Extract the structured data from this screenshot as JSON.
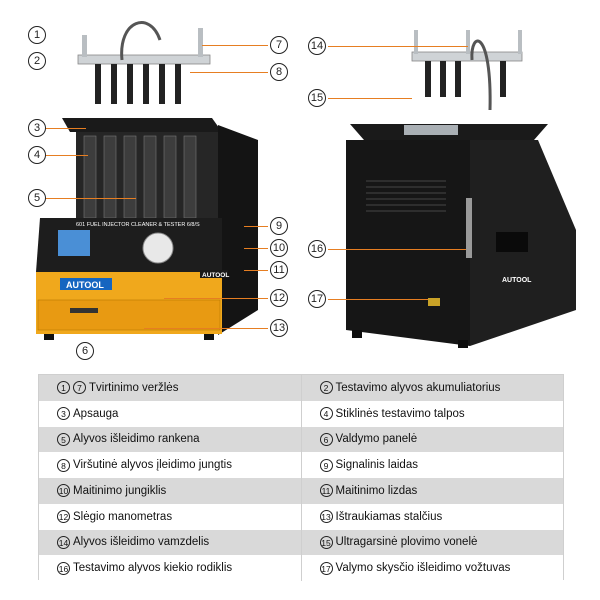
{
  "brand": {
    "logo_front": "AUTOOL",
    "logo_side": "AUTOOL",
    "model": "601 FUEL INJECTOR CLEANER & TESTER 6/8/S"
  },
  "callouts": {
    "c1": "1",
    "c2": "2",
    "c3": "3",
    "c4": "4",
    "c5": "5",
    "c6": "6",
    "c7": "7",
    "c8": "8",
    "c9": "9",
    "c10": "10",
    "c11": "11",
    "c12": "12",
    "c13": "13",
    "c14": "14",
    "c15": "15",
    "c16": "16",
    "c17": "17"
  },
  "legend": {
    "r1": {
      "left_nums": [
        "1",
        "7"
      ],
      "left": "Tvirtinimo veržlės",
      "right_num": "2",
      "right": "Testavimo alyvos akumuliatorius"
    },
    "r2": {
      "left_num": "3",
      "left": "Apsauga",
      "right_num": "4",
      "right": "Stiklinės testavimo talpos"
    },
    "r3": {
      "left_num": "5",
      "left": "Alyvos išleidimo rankena",
      "right_num": "6",
      "right": "Valdymo panelė"
    },
    "r4": {
      "left_num": "8",
      "left": "Viršutinė alyvos įleidimo jungtis",
      "right_num": "9",
      "right": "Signalinis laidas"
    },
    "r5": {
      "left_num": "10",
      "left": "Maitinimo jungiklis",
      "right_num": "11",
      "right": "Maitinimo lizdas"
    },
    "r6": {
      "left_num": "12",
      "left": "Slėgio manometras",
      "right_num": "13",
      "right": "Ištraukiamas stalčius"
    },
    "r7": {
      "left_num": "14",
      "left": "Alyvos išleidimo vamzdelis",
      "right_num": "15",
      "right": "Ultragarsinė plovimo vonelė"
    },
    "r8": {
      "left_num": "16",
      "left": "Testavimo alyvos kiekio rodiklis",
      "right_num": "17",
      "right": "Valymo skysčio išleidimo vožtuvas"
    }
  },
  "colors": {
    "accent": "#e67e22",
    "cabinet": "#1c1c1c",
    "panel_yellow": "#f0a81c",
    "legend_grey": "#d9d9d9"
  }
}
